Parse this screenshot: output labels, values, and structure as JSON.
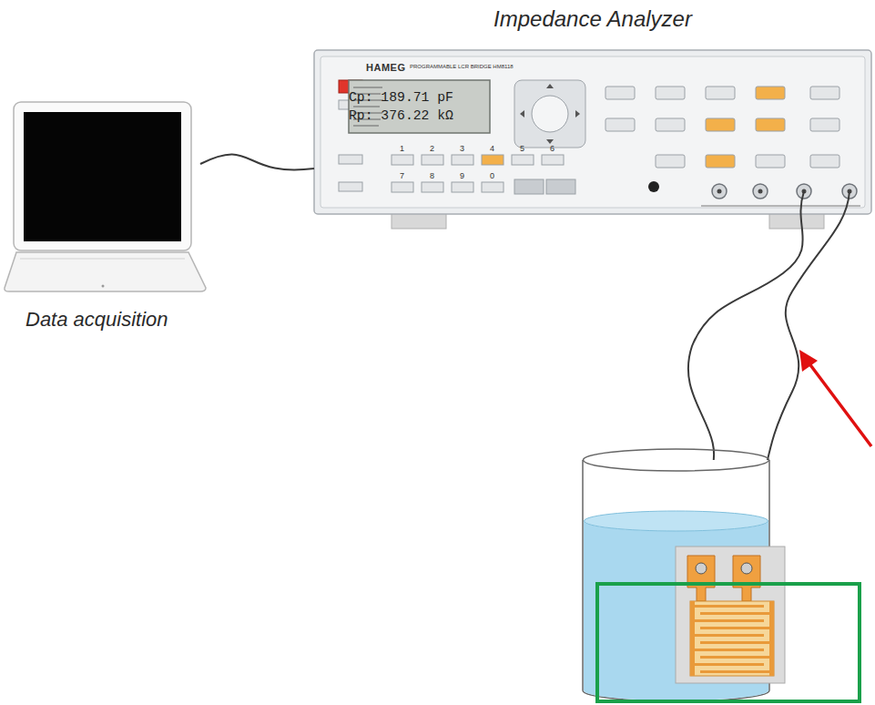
{
  "diagram": {
    "nodes": [
      {
        "text": [
          "Impedance Analyzer"
        ]
      },
      {
        "text": [
          "Cp: 189.71 pF",
          "Rp: 376.22 kΩ"
        ],
        "in": 0
      },
      {
        "text": [
          "Data acquisition"
        ]
      }
    ],
    "edges": [
      {
        "from": 2,
        "to": 0,
        "arrow": "none"
      }
    ],
    "labels": [
      "HAMEG",
      "PROGRAMMABLE LCR BRIDGE HM8118",
      "1",
      "2",
      "3",
      "4",
      "5",
      "6",
      "7",
      "8",
      "9",
      "0"
    ]
  }
}
